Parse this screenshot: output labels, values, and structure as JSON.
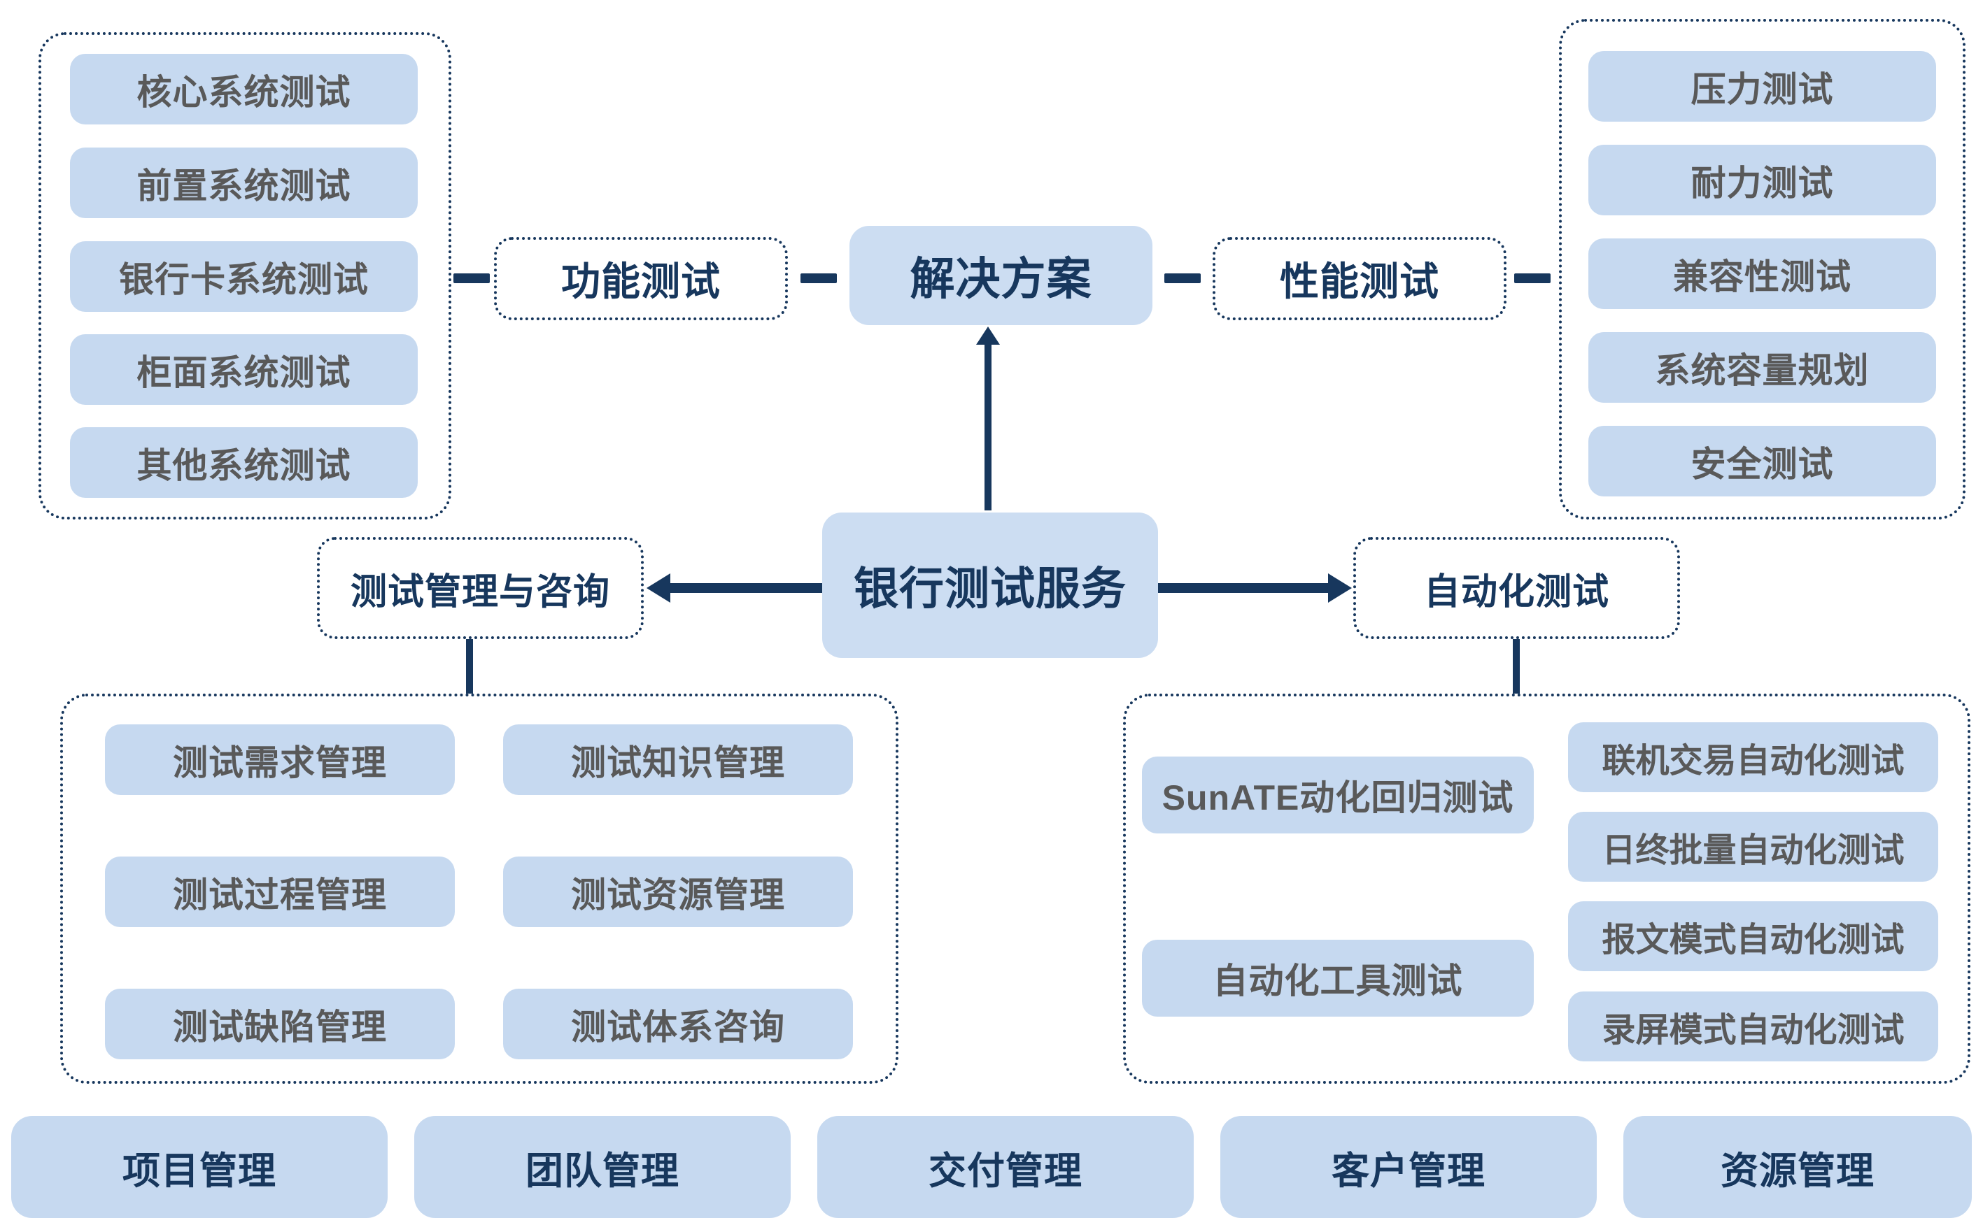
{
  "hub": {
    "label": "银行测试服务"
  },
  "solution": {
    "label": "解决方案"
  },
  "functional": {
    "label": "功能测试",
    "items": [
      "核心系统测试",
      "前置系统测试",
      "银行卡系统测试",
      "柜面系统测试",
      "其他系统测试"
    ]
  },
  "performance": {
    "label": "性能测试",
    "items": [
      "压力测试",
      "耐力测试",
      "兼容性测试",
      "系统容量规划",
      "安全测试"
    ]
  },
  "management": {
    "label": "测试管理与咨询",
    "items": [
      "测试需求管理",
      "测试知识管理",
      "测试过程管理",
      "测试资源管理",
      "测试缺陷管理",
      "测试体系咨询"
    ]
  },
  "automation": {
    "label": "自动化测试",
    "tool_items": [
      "SunATE动化回归测试",
      "自动化工具测试"
    ],
    "mode_items": [
      "联机交易自动化测试",
      "日终批量自动化测试",
      "报文模式自动化测试",
      "录屏模式自动化测试"
    ]
  },
  "footer": {
    "items": [
      "项目管理",
      "团队管理",
      "交付管理",
      "客户管理",
      "资源管理"
    ]
  },
  "colors": {
    "navy": "#17375d",
    "light_blue_fill": "#c6d9f0",
    "hub_fill": "#ccddf2",
    "item_text_gray": "#595959"
  }
}
